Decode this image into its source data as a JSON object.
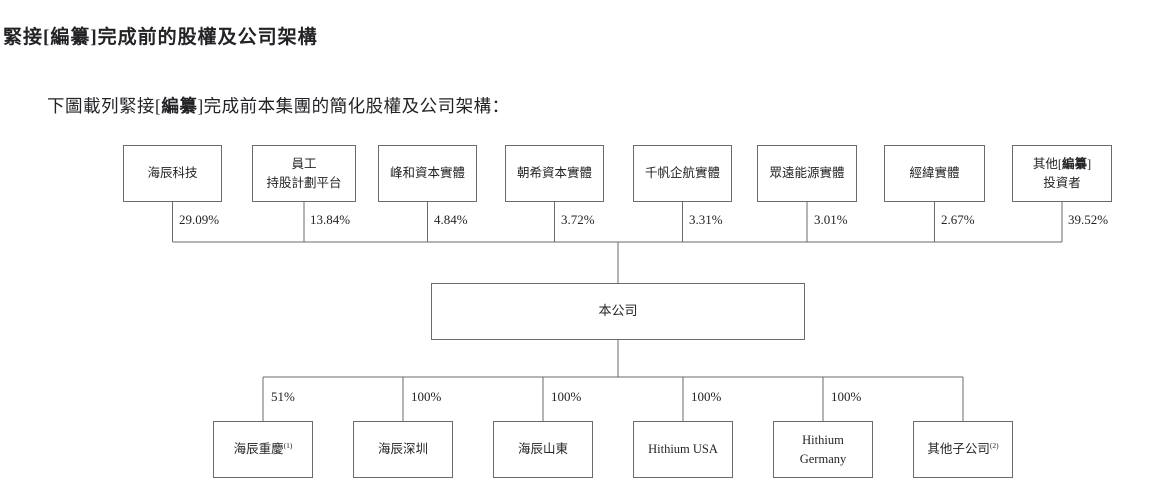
{
  "document": {
    "title": "緊接[編纂]完成前的股權及公司架構",
    "intro": {
      "pre": "下圖載列緊接[",
      "redacted": "編纂",
      "post": "]完成前本集團的簡化股權及公司架構："
    }
  },
  "diagram": {
    "shareholders": [
      {
        "name": "海辰科技",
        "pct": "29.09%"
      },
      {
        "name": "員工\n持股計劃平台",
        "pct": "13.84%"
      },
      {
        "name": "峰和資本實體",
        "pct": "4.84%"
      },
      {
        "name": "朝希資本實體",
        "pct": "3.72%"
      },
      {
        "name": "千帆企航實體",
        "pct": "3.31%"
      },
      {
        "name": "眾遠能源實體",
        "pct": "3.01%"
      },
      {
        "name": "經緯實體",
        "pct": "2.67%"
      },
      {
        "name_pre": "其他[",
        "name_redacted": "編纂",
        "name_post": "]",
        "name_line2": "投資者",
        "pct": "39.52%"
      }
    ],
    "company": {
      "name": "本公司"
    },
    "subsidiaries": [
      {
        "name": "海辰重慶",
        "note": "(1)",
        "pct": "51%"
      },
      {
        "name": "海辰深圳",
        "pct": "100%"
      },
      {
        "name": "海辰山東",
        "pct": "100%"
      },
      {
        "name": "Hithium USA",
        "pct": "100%"
      },
      {
        "name": "Hithium\nGermany",
        "pct": "100%"
      },
      {
        "name": "其他子公司",
        "note": "(2)"
      }
    ]
  }
}
